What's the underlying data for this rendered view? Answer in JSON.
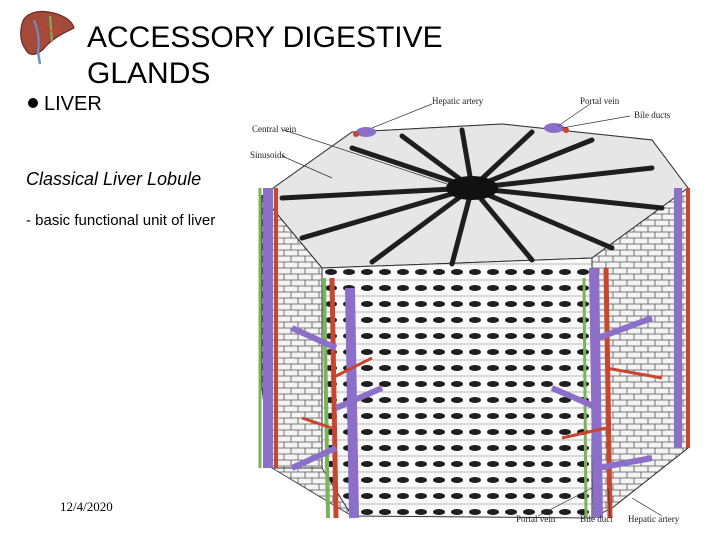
{
  "slide": {
    "title": "ACCESSORY DIGESTIVE GLANDS",
    "bullet": "LIVER",
    "subheading": "Classical Liver Lobule",
    "description": "- basic functional unit of liver",
    "date": "12/4/2020"
  },
  "figure": {
    "labels": {
      "hepatic_artery_top": "Hepatic artery",
      "portal_vein_top": "Portal vein",
      "bile_ducts": "Bile ducts",
      "central_vein": "Central vein",
      "sinusoids": "Sinusoids",
      "portal_vein_bottom": "Portal vein",
      "bile_duct_bottom": "Bile duct",
      "hepatic_artery_bottom": "Hepatic artery"
    }
  },
  "colors": {
    "artery": "#c8452f",
    "vein": "#8b6fc9",
    "bile_duct": "#7bb35a",
    "cells": "#2a2a2a"
  },
  "icons": [
    "liver-icon",
    "bullet-dot-icon"
  ]
}
